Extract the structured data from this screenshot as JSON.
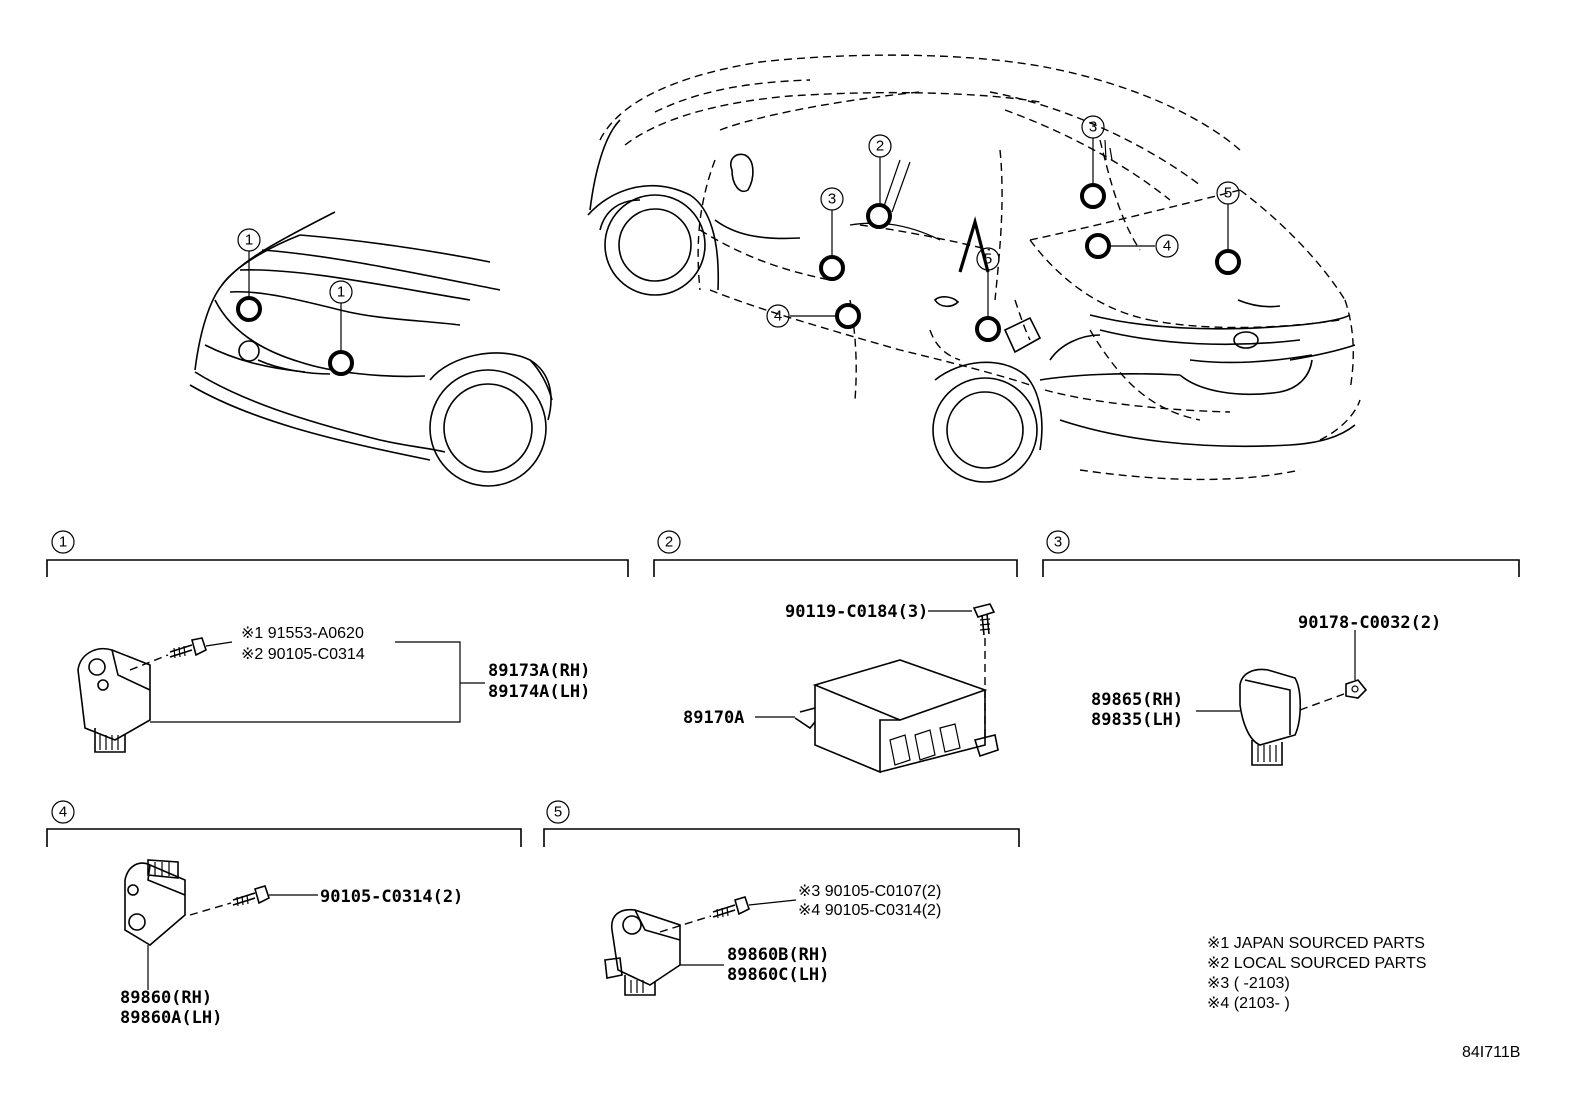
{
  "diagram": {
    "callouts": [
      "1",
      "2",
      "3",
      "4",
      "5"
    ],
    "section1": {
      "num": "1",
      "screw_note1": "※1 91553-A0620",
      "screw_note2": "※2 90105-C0314",
      "part_rh": "89173A(RH)",
      "part_lh": "89174A(LH)"
    },
    "section2": {
      "num": "2",
      "bolt": "90119-C0184(3)",
      "ecu": "89170A"
    },
    "section3": {
      "num": "3",
      "nut": "90178-C0032(2)",
      "part_rh": "89865(RH)",
      "part_lh": "89835(LH)"
    },
    "section4": {
      "num": "4",
      "bolt": "90105-C0314(2)",
      "part_rh": "89860(RH)",
      "part_lh": "89860A(LH)"
    },
    "section5": {
      "num": "5",
      "bolt_note3": "※3  90105-C0107(2)",
      "bolt_note4": "※4  90105-C0314(2)",
      "part_rh": "89860B(RH)",
      "part_lh": "89860C(LH)"
    },
    "notes": [
      "※1 JAPAN SOURCED PARTS",
      "※2 LOCAL SOURCED PARTS",
      "※3 (       -2103)",
      "※4 (2103-       )"
    ],
    "figure_code": "84I711B"
  }
}
